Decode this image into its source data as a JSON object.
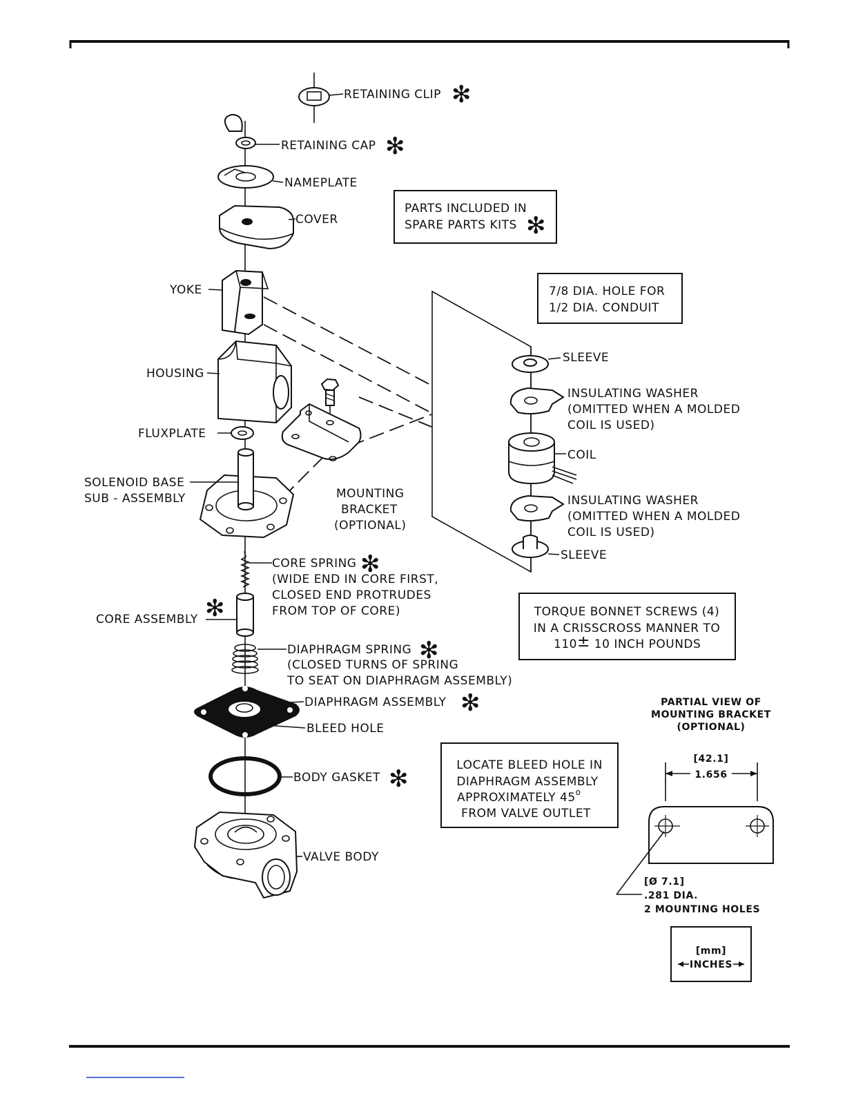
{
  "labels": {
    "retaining_clip": "RETAINING CLIP",
    "retaining_cap": "RETAINING CAP",
    "nameplate": "NAMEPLATE",
    "cover": "COVER",
    "yoke": "YOKE",
    "housing": "HOUSING",
    "fluxplate": "FLUXPLATE",
    "solenoid_base_1": "SOLENOID BASE",
    "solenoid_base_2": "SUB - ASSEMBLY",
    "mounting_bracket_1": "MOUNTING",
    "mounting_bracket_2": "BRACKET",
    "mounting_bracket_3": "(OPTIONAL)",
    "core_spring": "CORE SPRING",
    "core_spring_note_1": "(WIDE END IN CORE FIRST,",
    "core_spring_note_2": "CLOSED END PROTRUDES",
    "core_spring_note_3": "FROM TOP OF CORE)",
    "core_assembly": "CORE ASSEMBLY",
    "diaphragm_spring": "DIAPHRAGM SPRING",
    "diaphragm_spring_note_1": "(CLOSED TURNS OF SPRING",
    "diaphragm_spring_note_2": "TO SEAT ON DIAPHRAGM ASSEMBLY)",
    "diaphragm_assembly": "DIAPHRAGM ASSEMBLY",
    "bleed_hole": "BLEED HOLE",
    "body_gasket": "BODY GASKET",
    "valve_body": "VALVE BODY",
    "sleeve_top": "SLEEVE",
    "insulating_washer_1": "INSULATING WASHER",
    "insulating_washer_1_note_1": "(OMITTED WHEN A MOLDED",
    "insulating_washer_1_note_2": "COIL IS USED)",
    "coil": "COIL",
    "insulating_washer_2": "INSULATING WASHER",
    "insulating_washer_2_note_1": "(OMITTED WHEN A MOLDED",
    "insulating_washer_2_note_2": "COIL IS USED)",
    "sleeve_bottom": "SLEEVE",
    "asterisk": "✻"
  },
  "notes": {
    "spare_parts_1": "PARTS INCLUDED IN",
    "spare_parts_2": "SPARE PARTS KITS",
    "conduit_1": "7/8 DIA. HOLE FOR",
    "conduit_2": "1/2 DIA. CONDUIT",
    "torque_1": "TORQUE BONNET SCREWS (4)",
    "torque_2": "IN A CRISSCROSS MANNER TO",
    "torque_3": "110",
    "torque_pm": "±",
    "torque_4": " 10 INCH POUNDS",
    "bleed_1": "LOCATE BLEED HOLE IN",
    "bleed_2": "DIAPHRAGM ASSEMBLY",
    "bleed_3": "APPROXIMATELY 45",
    "bleed_deg": "o",
    "bleed_4": "FROM VALVE OUTLET"
  },
  "partial_view": {
    "title_1": "PARTIAL VIEW OF",
    "title_2": "MOUNTING BRACKET",
    "title_3": "(OPTIONAL)",
    "dim_mm": "[42.1]",
    "dim_in": "1.656",
    "hole_mm": "[Ø 7.1]",
    "hole_in": ".281 DIA.",
    "hole_count": "2 MOUNTING HOLES"
  },
  "units_legend": {
    "mm": "[mm]",
    "inches": "INCHES"
  }
}
